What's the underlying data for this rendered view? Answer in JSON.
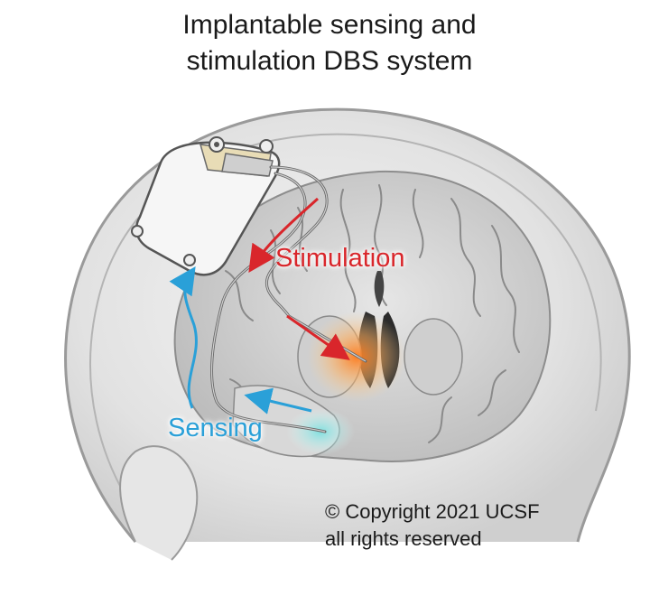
{
  "title": {
    "line1": "Implantable sensing and",
    "line2": "stimulation DBS system"
  },
  "labels": {
    "stimulation": "Stimulation",
    "sensing": "Sensing"
  },
  "copyright": {
    "line1": "© Copyright 2021 UCSF",
    "line2": "all rights reserved"
  },
  "colors": {
    "stimulation": "#d9262b",
    "sensing": "#2aa0d8",
    "text": "#1a1a1a"
  },
  "icons": [
    "implanted-stimulator-icon",
    "brain-illustration-icon",
    "stimulation-arrow-icon",
    "sensing-arrow-icon"
  ]
}
